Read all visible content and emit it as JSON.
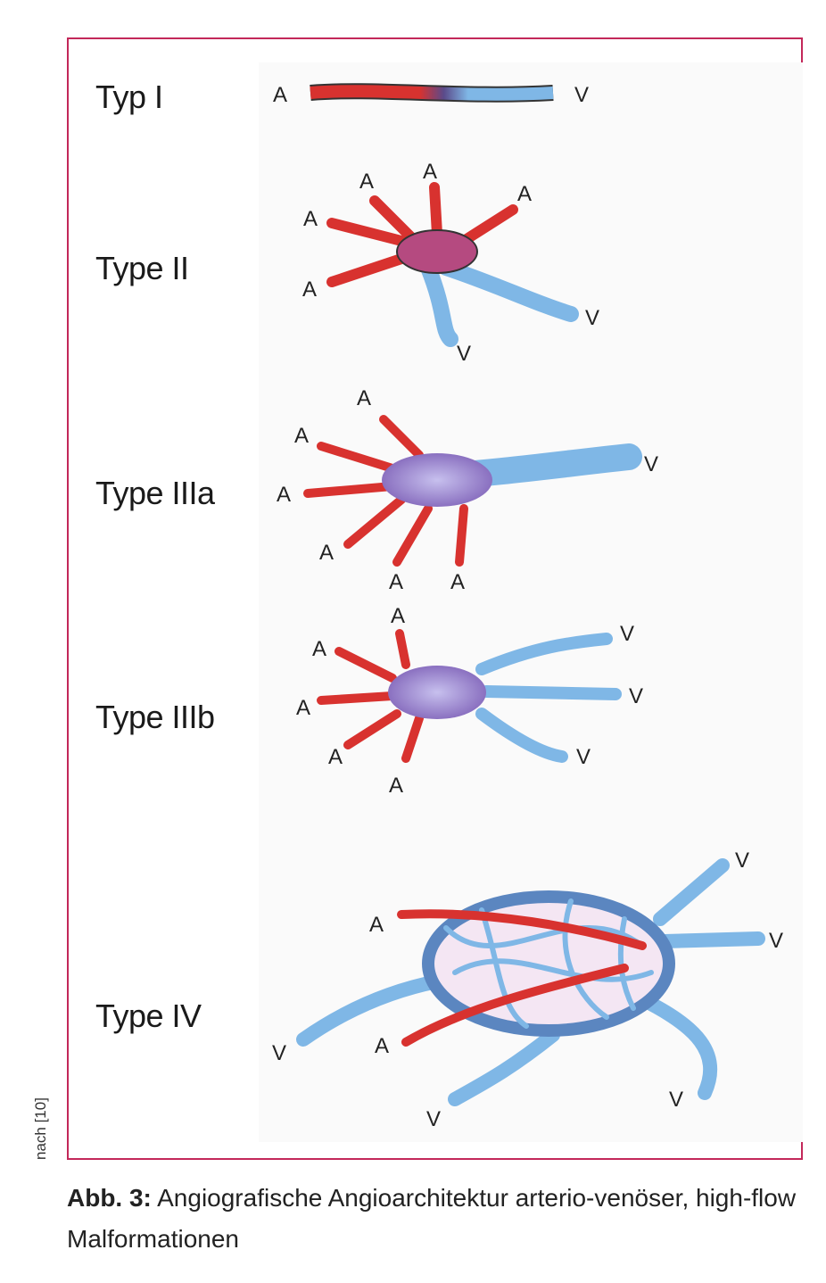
{
  "figure": {
    "types": [
      "Typ I",
      "Type II",
      "Type IIIa",
      "Type IIIb",
      "Type IV"
    ],
    "arterial_label": "A",
    "venous_label": "V",
    "credit": "nach [10]",
    "caption_prefix": "Abb. 3:",
    "caption_text": " Angiografische Angioarchitektur arterio-venöser, high-flow Malformationen"
  },
  "colors": {
    "frame": "#c3285a",
    "artery": "#d8322f",
    "vein": "#7fb7e6",
    "nidus": "#9a8cd0"
  }
}
